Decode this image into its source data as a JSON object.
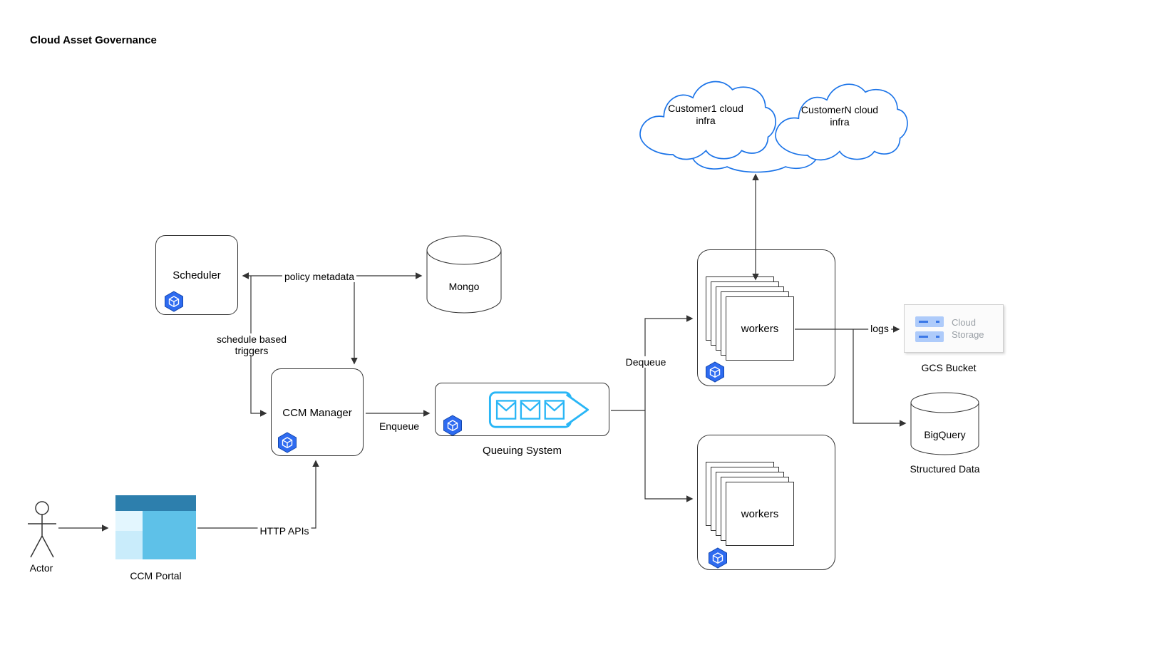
{
  "title": "Cloud Asset Governance",
  "nodes": {
    "scheduler": {
      "label": "Scheduler"
    },
    "mongo": {
      "label": "Mongo"
    },
    "ccmManager": {
      "label": "CCM Manager"
    },
    "queuingSystem": {
      "label": "Queuing System"
    },
    "workersTop": {
      "label": "workers"
    },
    "workersBottom": {
      "label": "workers"
    },
    "customer1Cloud": {
      "label": "Customer1 cloud\ninfra"
    },
    "customerNCloud": {
      "label": "CustomerN cloud\ninfra"
    },
    "gcsBucket": {
      "label": "GCS Bucket",
      "icon_text": "Cloud\nStorage"
    },
    "bigQuery": {
      "label": "BigQuery",
      "caption": "Structured Data"
    },
    "actor": {
      "label": "Actor"
    },
    "ccmPortal": {
      "label": "CCM Portal"
    }
  },
  "edgeLabels": {
    "policyMetadata": "policy metadata",
    "scheduleTriggers": "schedule based\ntriggers",
    "enqueue": "Enqueue",
    "dequeue": "Dequeue",
    "httpApis": "HTTP APIs",
    "logs": "logs"
  },
  "colors": {
    "edgeStroke": "#333333",
    "cloudStroke": "#1a73e8",
    "queueBlue": "#29b6f6",
    "hexagonBlue": "#2e6bf0",
    "portalHeader": "#2d7fad",
    "portalSidebar": "#c9ecfb",
    "portalMain": "#5ec1e8",
    "gcsIconRow": "#aecbfa",
    "gcsIconDash": "#3b78e7",
    "gcsText": "#9aa0a6"
  }
}
